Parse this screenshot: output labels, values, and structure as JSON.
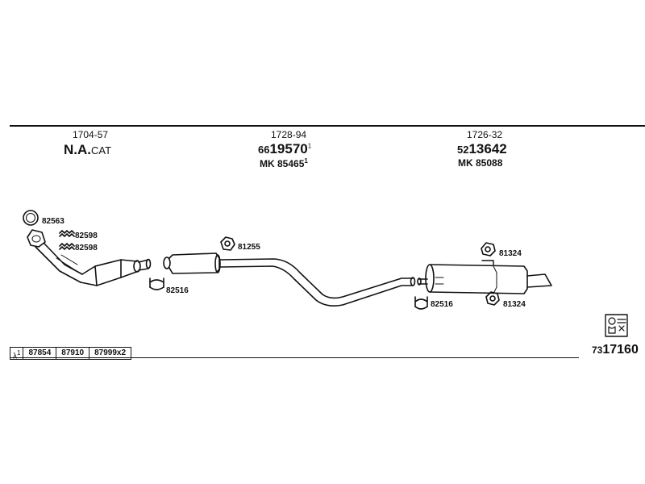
{
  "columns": [
    {
      "ref": "1704-57",
      "code_main": "N.A.",
      "code_suffix": "CAT"
    },
    {
      "ref": "1728-94",
      "code_prefix": "66",
      "code_main": "19570",
      "code_sup": "1",
      "mk": "MK 85465",
      "mk_sup": "1"
    },
    {
      "ref": "1726-32",
      "code_prefix": "52",
      "code_main": "13642",
      "mk": "MK 85088"
    }
  ],
  "part_labels": {
    "ring": "82563",
    "gasket_a": "82598",
    "gasket_b": "82598",
    "clamp_left": "82516",
    "hanger_mid": "81255",
    "hanger_top_right": "81324",
    "clamp_right": "82516",
    "hanger_bottom_right": "81324"
  },
  "footer": {
    "lambda": "λ",
    "lambda_sup": "1",
    "codes": [
      "87854",
      "87910",
      "87999x2"
    ]
  },
  "doc_number": {
    "prefix": "73",
    "main": "17160"
  },
  "icons": [
    "ring-gasket-icon",
    "flange-gasket-icon",
    "clamp-icon",
    "rubber-hanger-icon",
    "mounting-kit-icon"
  ]
}
